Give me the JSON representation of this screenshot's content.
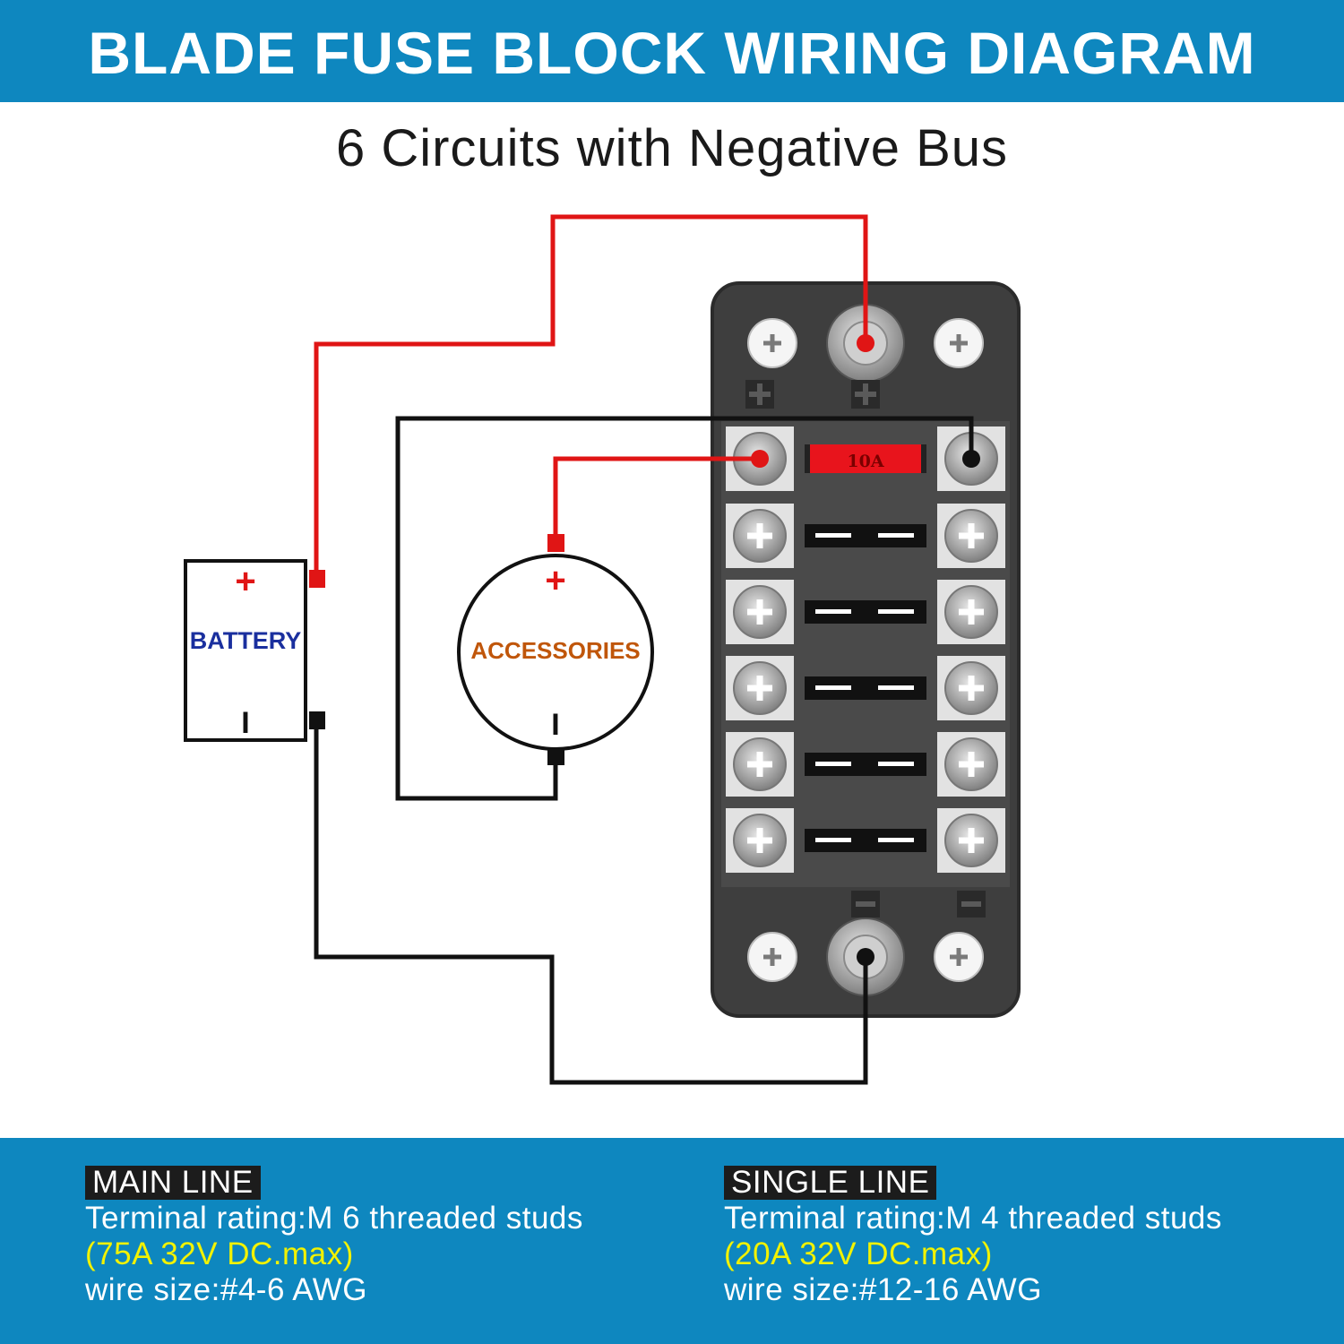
{
  "header": {
    "title": "BLADE FUSE BLOCK WIRING DIAGRAM"
  },
  "subtitle": "6 Circuits with Negative Bus",
  "diagram": {
    "battery": {
      "label": "BATTERY",
      "plus": "+",
      "minus": "I"
    },
    "accessories": {
      "label": "ACCESSORIES",
      "plus": "+",
      "minus": "I"
    },
    "fuse_block": {
      "fuse_label": "10A",
      "circuits": 6,
      "positive_mark": "+",
      "negative_mark": "−"
    },
    "colors": {
      "positive_wire": "#e01515",
      "negative_wire": "#111111",
      "block": "#3e3e3e",
      "fuse": "#e8141c"
    }
  },
  "footer": {
    "main_line": {
      "heading": "MAIN LINE",
      "terminal": "Terminal rating:M 6 threaded studs",
      "rating": "(75A 32V DC.max)",
      "wire": "wire size:#4-6 AWG"
    },
    "single_line": {
      "heading": "SINGLE LINE",
      "terminal": "Terminal rating:M 4 threaded studs",
      "rating": "(20A 32V DC.max)",
      "wire": "wire size:#12-16 AWG"
    }
  }
}
